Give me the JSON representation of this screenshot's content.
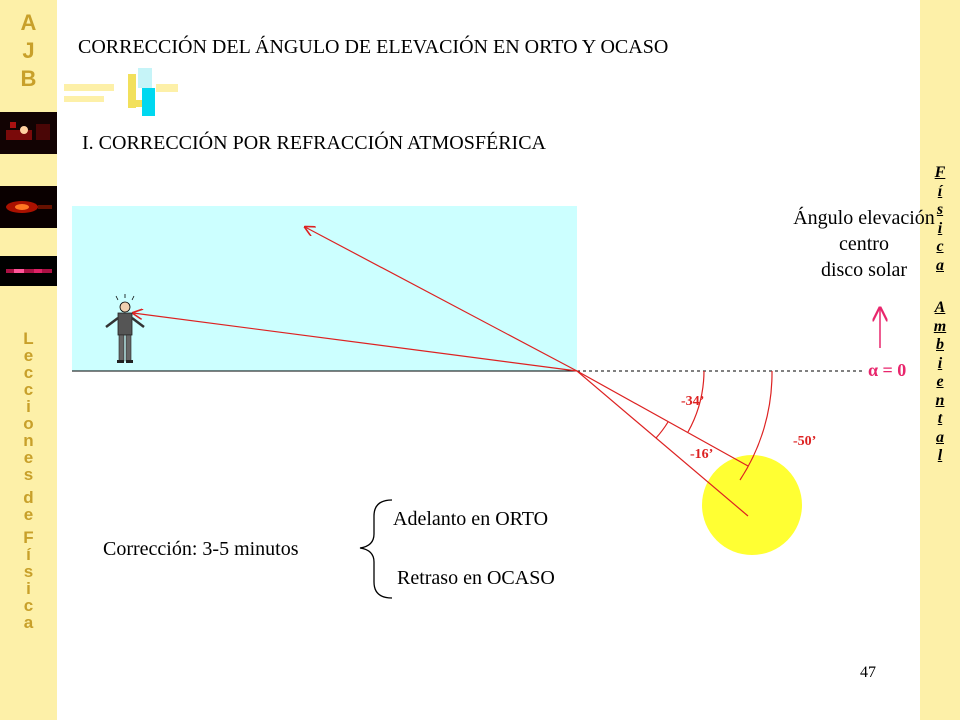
{
  "colors": {
    "sidebar": "#fdf0a8",
    "accent_gold": "#c8a02a",
    "sky": "#ccffff",
    "sun": "#ffff33",
    "ray": "#dd2222",
    "arrow": "#e8266c"
  },
  "sidebar_left": {
    "logo_letters": [
      "A",
      "J",
      "B"
    ],
    "vertical_text": [
      "L",
      "e",
      "c",
      "c",
      "i",
      "o",
      "n",
      "e",
      "s",
      " ",
      "d",
      "e",
      " ",
      "F",
      "í",
      "s",
      "i",
      "c",
      "a"
    ]
  },
  "sidebar_right": {
    "vertical_text": [
      "F",
      "í",
      "s",
      "i",
      "c",
      "a",
      " ",
      "A",
      "m",
      "b",
      "i",
      "e",
      "n",
      "t",
      "a",
      "l"
    ]
  },
  "slide": {
    "title": "CORRECCIÓN DEL ÁNGULO DE ELEVACIÓN EN ORTO Y OCASO",
    "subtitle": "I. CORRECCIÓN POR REFRACCIÓN ATMOSFÉRICA",
    "elevation_label": [
      "Ángulo elevación",
      "centro",
      "disco solar"
    ],
    "alpha_label": "α = 0",
    "angles": {
      "a34": "-34’",
      "a16": "-16’",
      "a50": "-50’"
    },
    "correction_label": "Corrección: 3-5 minutos",
    "orto_label": "Adelanto en ORTO",
    "ocaso_label": "Retraso en OCASO",
    "page_number": "47"
  }
}
